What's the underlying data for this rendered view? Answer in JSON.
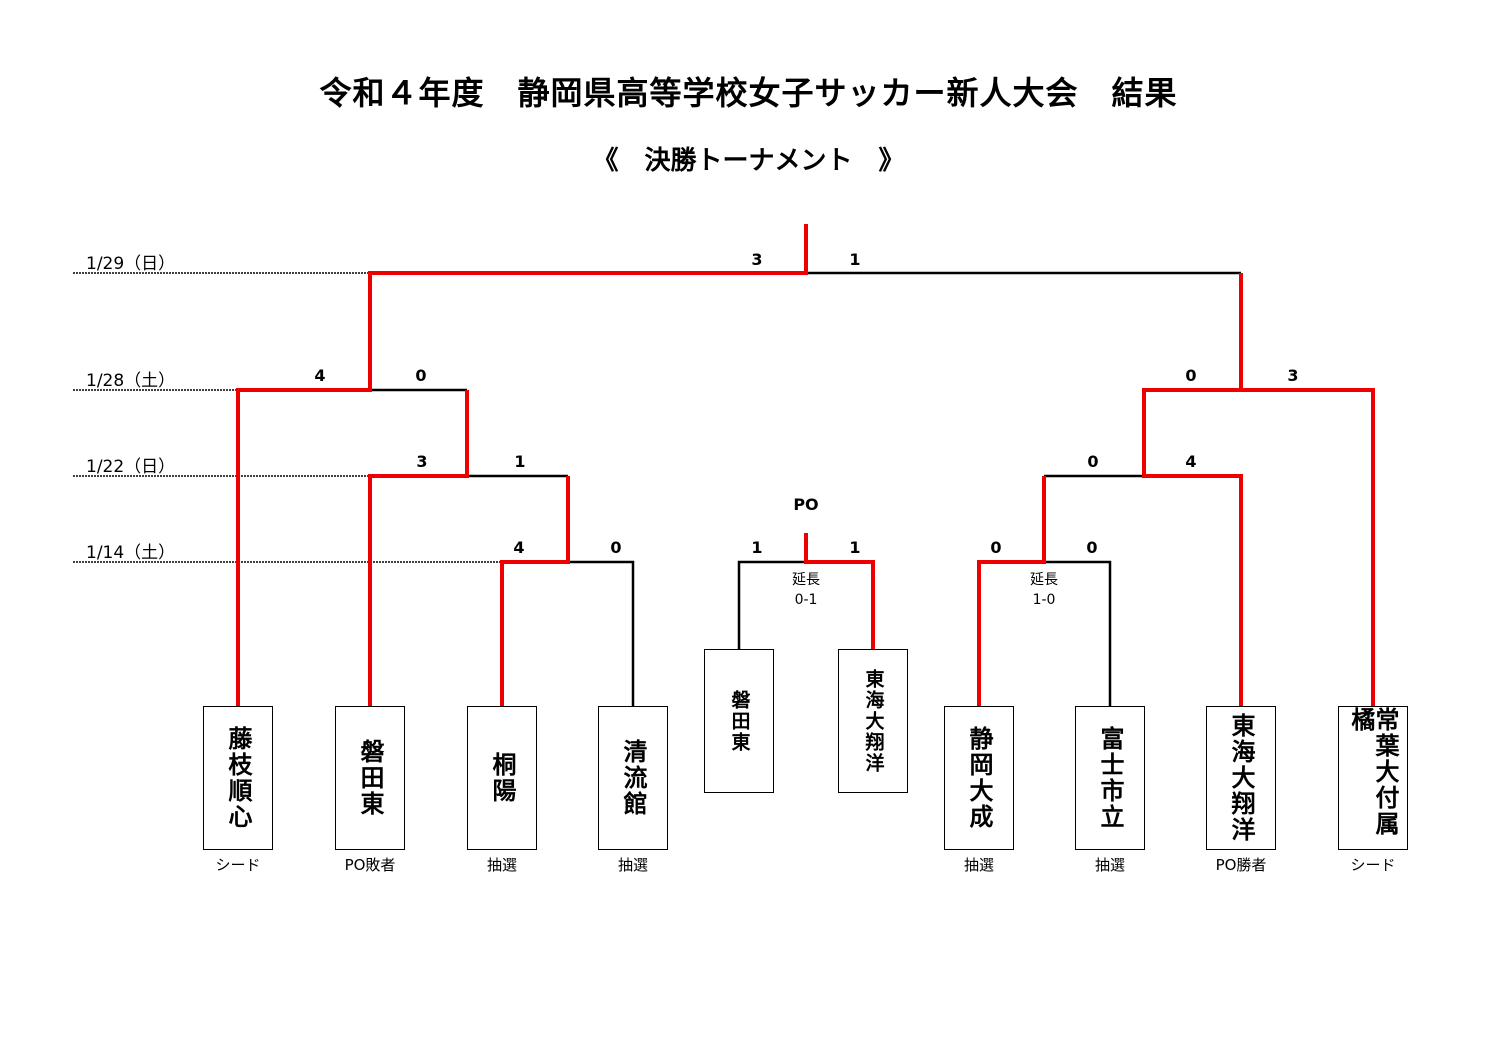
{
  "title": "令和４年度　静岡県高等学校女子サッカー新人大会　結果",
  "subtitle": "《　決勝トーナメント　》",
  "dates": [
    "1/29（日）",
    "1/28（土）",
    "1/22（日）",
    "1/14（土）"
  ],
  "scores": {
    "final": [
      "3",
      "1"
    ],
    "left_sf": [
      "4",
      "0"
    ],
    "left_qf": [
      "3",
      "1"
    ],
    "left_r1": [
      "4",
      "0"
    ],
    "right_sf": [
      "0",
      "3"
    ],
    "right_qf": [
      "0",
      "4"
    ],
    "right_r1": [
      "0",
      "0"
    ],
    "po": [
      "1",
      "1"
    ]
  },
  "po_label": "PO",
  "notes": {
    "po_pk_label": "延長",
    "po_pk": "0-1",
    "right_r1_label": "延長",
    "right_r1_pk": "1-0"
  },
  "teams": [
    {
      "name": "藤枝順心",
      "tag": "シード"
    },
    {
      "name": "磐田東",
      "tag": "PO敗者"
    },
    {
      "name": "桐陽",
      "tag": "抽選"
    },
    {
      "name": "清流館",
      "tag": "抽選"
    },
    {
      "name": "静岡大成",
      "tag": "抽選"
    },
    {
      "name": "富士市立",
      "tag": "抽選"
    },
    {
      "name": "東海大翔洋",
      "tag": "PO勝者"
    },
    {
      "name": "常葉大付属橘",
      "tag": "シード"
    }
  ],
  "po_teams": [
    {
      "name": "磐田東"
    },
    {
      "name": "東海大翔洋"
    }
  ],
  "colors": {
    "winner": "#ee0000",
    "line": "#000000"
  }
}
